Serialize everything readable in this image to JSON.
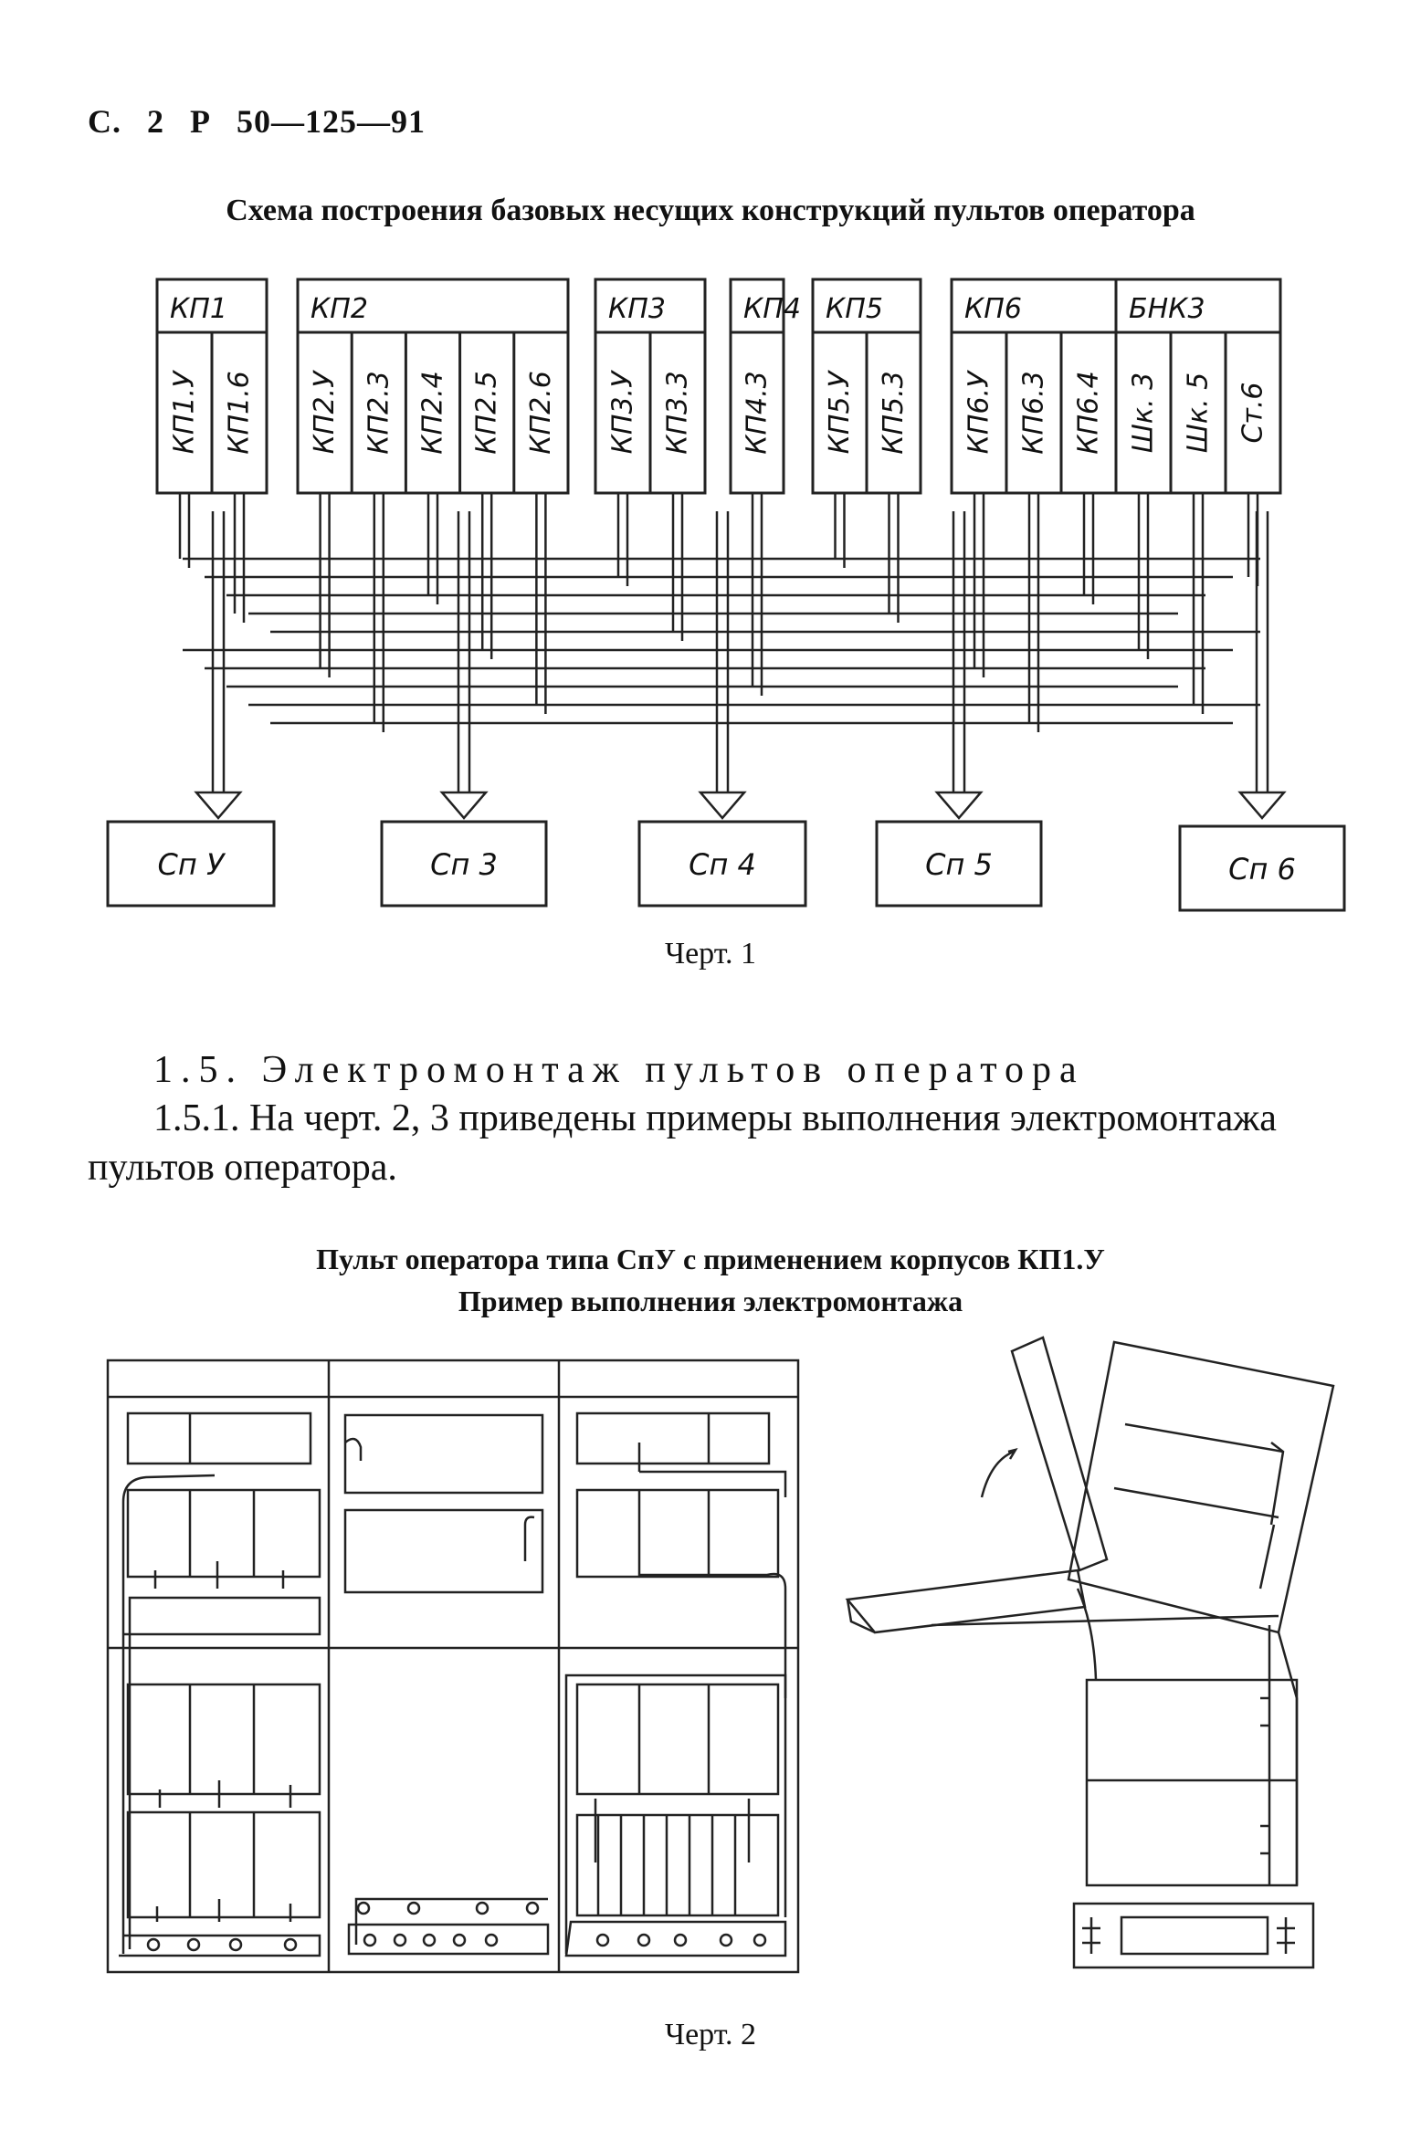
{
  "header": {
    "page": "С.",
    "num": "2",
    "prefix": "Р",
    "code": "50—125—91"
  },
  "figure1": {
    "title": "Схема построения базовых несущих конструкций пультов оператора",
    "groups": [
      {
        "name": "КП1",
        "items": [
          "КП1.У",
          "КП1.6"
        ]
      },
      {
        "name": "КП2",
        "items": [
          "КП2.У",
          "КП2.3",
          "КП2.4",
          "КП2.5",
          "КП2.6"
        ]
      },
      {
        "name": "КП3",
        "items": [
          "КП3.У",
          "КП3.3"
        ]
      },
      {
        "name": "КП4",
        "items": [
          "КП4.3"
        ]
      },
      {
        "name": "КП5",
        "items": [
          "КП5.У",
          "КП5.3"
        ]
      },
      {
        "name": "КП6",
        "items": [
          "КП6.У",
          "КП6.3",
          "КП6.4"
        ]
      },
      {
        "name": "БНК3",
        "items": [
          "Шк. 3",
          "Шк. 5",
          "Ст.6"
        ]
      }
    ],
    "outputs": [
      "Сп У",
      "Сп 3",
      "Сп 4",
      "Сп 5",
      "Сп 6"
    ],
    "caption": "Черт. 1"
  },
  "section": {
    "title": "1.5. Электромонтаж пультов оператора",
    "paragraph": "1.5.1. На черт. 2, 3 приведены примеры выполнения электромонтажа пультов оператора."
  },
  "figure2": {
    "title_line1": "Пульт оператора типа СпУ с применением корпусов КП1.У",
    "title_line2": "Пример выполнения электромонтажа",
    "caption": "Черт. 2"
  }
}
